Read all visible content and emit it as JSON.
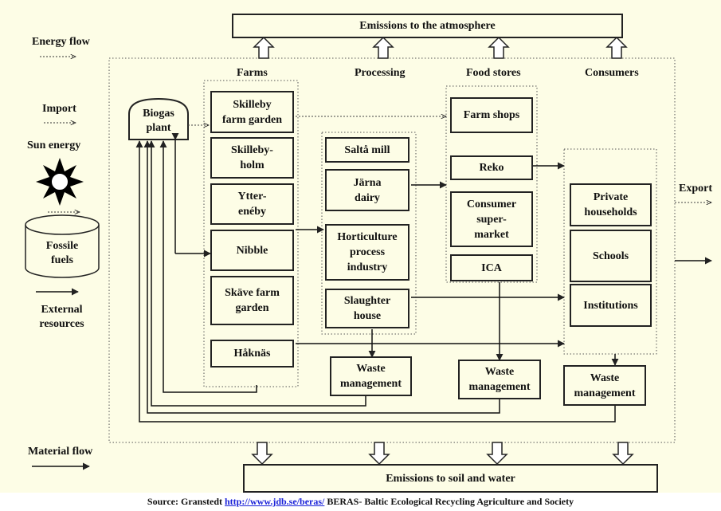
{
  "emissions": {
    "atmosphere": "Emissions to the atmosphere",
    "soil_water": "Emissions to soil and water"
  },
  "columns": {
    "farms": "Farms",
    "processing": "Processing",
    "food_stores": "Food stores",
    "consumers": "Consumers"
  },
  "biogas": "Biogas\nplant",
  "farms": [
    "Skilleby\nfarm garden",
    "Skilleby-\nholm",
    "Ytter-\nenéby",
    "Nibble",
    "Skäve farm\ngarden",
    "Håknäs"
  ],
  "processing": [
    "Saltå mill",
    "Järna\ndairy",
    "Horticulture\nprocess\nindustry",
    "Slaughter\nhouse"
  ],
  "stores": [
    "Farm shops",
    "Reko",
    "Consumer\nsuper-\nmarket",
    "ICA"
  ],
  "consumers": [
    "Private\nhouseholds",
    "Schools",
    "Institutions"
  ],
  "waste": [
    "Waste\nmanagement",
    "Waste\nmanagement",
    "Waste\nmanagement"
  ],
  "legend": {
    "energy_flow": "Energy flow",
    "import": "Import",
    "sun_energy": "Sun energy",
    "fossile_fuels": "Fossile\nfuels",
    "external_resources": "External\nresources",
    "material_flow": "Material flow"
  },
  "export": "Export",
  "source": {
    "prefix": "Source: Granstedt ",
    "url": "http://www.jdb.se/beras/",
    "suffix": " BERAS- Baltic Ecological Recycling Agriculture and Society"
  }
}
